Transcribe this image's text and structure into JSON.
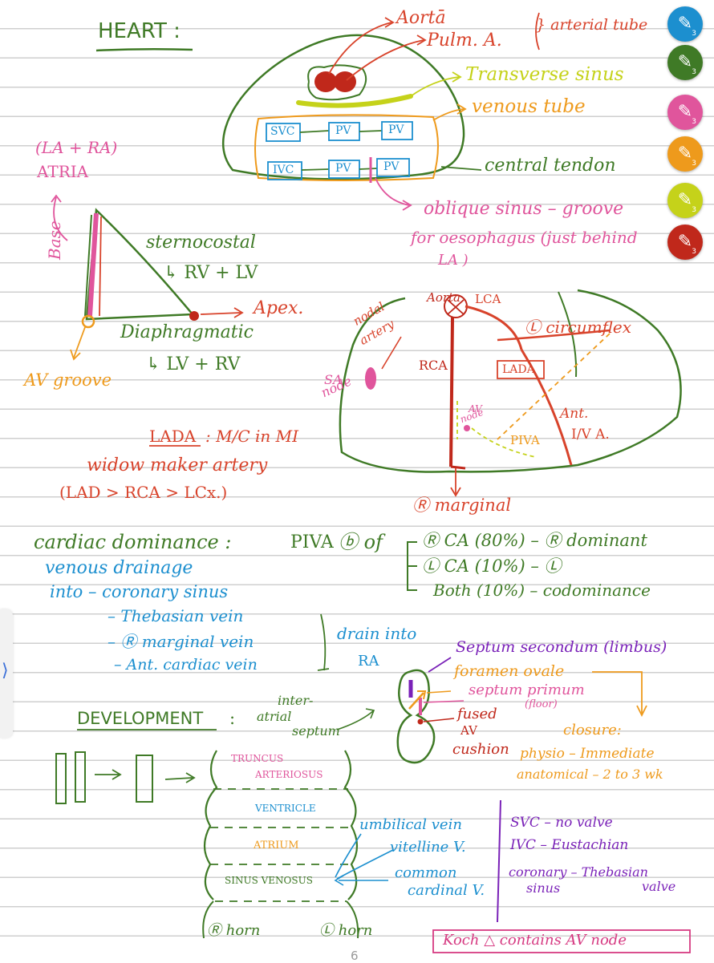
{
  "page": {
    "number": "6"
  },
  "pen_tools": [
    {
      "name": "blue-pen",
      "color": "#1c8fcf",
      "count": "3"
    },
    {
      "name": "green-pen",
      "color": "#3f7a26",
      "count": "3"
    },
    {
      "name": "pink-pen",
      "color": "#e0559c",
      "count": "3"
    },
    {
      "name": "orange-pen",
      "color": "#ee9a1c",
      "count": "3"
    },
    {
      "name": "yellow-green-pen",
      "color": "#c5d21a",
      "count": "3"
    },
    {
      "name": "red-pen",
      "color": "#c0281b",
      "count": "3"
    }
  ],
  "side_tab": {
    "arrow": "⟩"
  },
  "heart": {
    "title": "HEART :",
    "aorta": "Aortā",
    "pulm": "Pulm. A.",
    "arterial_tube": "} arterial tube",
    "transverse_sinus": "Transverse sinus",
    "venous_tube": "venous tube",
    "svc": "SVC",
    "pv": "PV",
    "ivc": "IVC",
    "central_tendon": "central tendon",
    "oblique_1": "oblique sinus – groove",
    "oblique_2": "for oesophagus (just behind",
    "oblique_3": "LA )"
  },
  "base": {
    "la_ra": "(LA + RA)",
    "atria": "ATRIA",
    "base": "Base",
    "sternocostal": "sternocostal",
    "rv_lv": "↳ RV + LV",
    "apex": "Apex.",
    "diaphragmatic": "Diaphragmatic",
    "lv_rv": "↳ LV + RV",
    "av_groove": "AV groove"
  },
  "coronary": {
    "aorta": "Aorta",
    "lca": "LCA",
    "circumflex": "Ⓛ circumflex",
    "nodal_1": "nodal",
    "nodal_2": "artery",
    "rca": "RCA",
    "lada": "LADA",
    "sa_1": "SA",
    "sa_2": "node",
    "av_1": "AV",
    "av_2": "node",
    "ant_1": "Ant.",
    "ant_2": "I/V A.",
    "piva": "PIVA",
    "marginal": "Ⓡ marginal"
  },
  "lada_note": {
    "title": "LADA",
    "mi": ": M/C in MI",
    "widow": "widow maker artery",
    "order": "(LAD > RCA > LCx.)"
  },
  "dominance": {
    "label": "cardiac dominance :",
    "piva": "PIVA",
    "of": "ⓑ of",
    "r": "Ⓡ CA (80%) – Ⓡ dominant",
    "l": "Ⓛ CA (10%) – Ⓛ",
    "both": "Both (10%) – codominance"
  },
  "venous": {
    "l1": "venous drainage",
    "l2": "into – coronary sinus",
    "l3": "– Thebasian vein",
    "l4": "– Ⓡ marginal vein",
    "l5": "– Ant. cardiac vein",
    "drain": "drain into",
    "ra": "RA"
  },
  "septum": {
    "secondum": "Septum secondum (limbus)",
    "foramen": "foramen ovale",
    "primum": "septum primum",
    "floor": "(floor)",
    "fused": "fused",
    "av": "AV",
    "cushion": "cushion",
    "closure": "closure:",
    "physio": "physio – Immediate",
    "anatomical": "anatomical – 2 to 3 wk"
  },
  "development": {
    "title": "DEVELOPMENT",
    "colon": ":",
    "inter": "inter-",
    "atrial": "atrial",
    "septum": "septum",
    "truncus_1": "TRUNCUS",
    "truncus_2": "ARTERIOSUS",
    "ventricle": "VENTRICLE",
    "atrium": "ATRIUM",
    "sinus": "SINUS VENOSUS",
    "umbilical": "umbilical vein",
    "vitelline": "vitelline V.",
    "common_1": "common",
    "common_2": "cardinal V.",
    "r_horn": "Ⓡ horn",
    "l_horn": "Ⓛ horn",
    "svc": "SVC – no valve",
    "ivc": "IVC – Eustachian",
    "coronary_1": "coronary – Thebasian",
    "coronary_2": "sinus",
    "coronary_3": "valve",
    "koch": "Koch △ contains AV node"
  }
}
